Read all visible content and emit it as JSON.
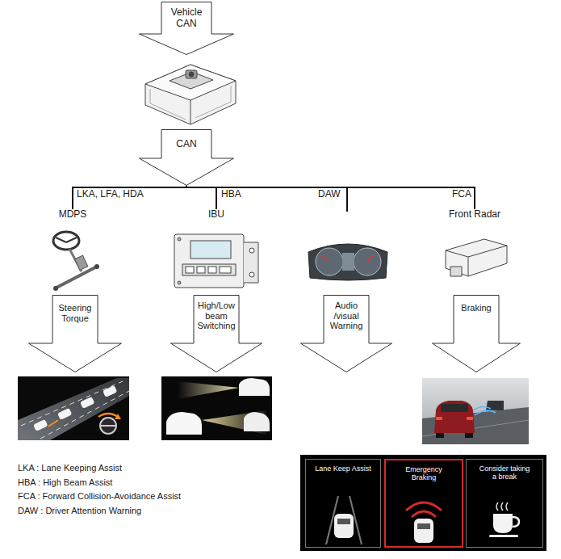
{
  "diagram": {
    "nodes": [
      {
        "text": [
          "Vehicle CAN"
        ]
      },
      {
        "text": [
          "CAN"
        ]
      },
      {
        "text": [
          "MDPS"
        ]
      },
      {
        "text": [
          "IBU"
        ]
      },
      {
        "text": [
          "Front Radar"
        ]
      },
      {
        "text": [
          "Steering Torque"
        ]
      },
      {
        "text": [
          "High/Low beam Switching"
        ]
      },
      {
        "text": [
          "Audio /visual Warning"
        ]
      },
      {
        "text": [
          "Braking"
        ]
      },
      {
        "text": [
          "Lane Keep Assist"
        ]
      },
      {
        "text": [
          "Emergency Braking"
        ]
      },
      {
        "text": [
          "Consider taking a break"
        ]
      }
    ],
    "edges": [
      {
        "from": 1,
        "to": 2,
        "label": "LKA, LFA, HDA",
        "arrow": "none"
      },
      {
        "from": 1,
        "to": 3,
        "label": "HBA",
        "arrow": "none"
      },
      {
        "from": 1,
        "to": 4,
        "label": "FCA",
        "arrow": "none"
      }
    ],
    "labels": [
      "DAW",
      "LKA : Lane Keeping Assist",
      "HBA : High Beam Assist",
      "FCA : Forward Collision-Avoidance Assist",
      "DAW : Driver Attention Warning"
    ]
  }
}
